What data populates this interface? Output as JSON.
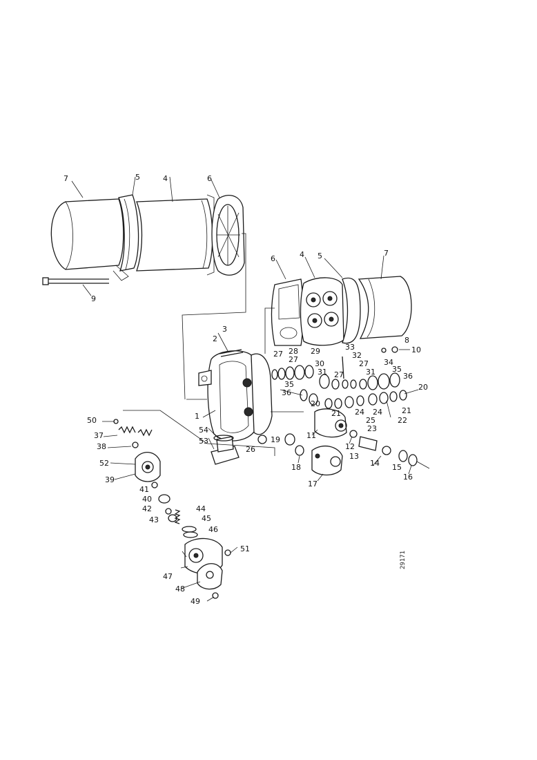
{
  "drawing": {
    "reference_code": "29171",
    "callouts": [
      {
        "id": "c7a",
        "text": "7"
      },
      {
        "id": "c5a",
        "text": "5"
      },
      {
        "id": "c4a",
        "text": "4"
      },
      {
        "id": "c6a",
        "text": "6"
      },
      {
        "id": "c9",
        "text": "9"
      },
      {
        "id": "c6b",
        "text": "6"
      },
      {
        "id": "c4b",
        "text": "4"
      },
      {
        "id": "c5b",
        "text": "5"
      },
      {
        "id": "c7b",
        "text": "7"
      },
      {
        "id": "c8",
        "text": "8"
      },
      {
        "id": "c10",
        "text": "10"
      },
      {
        "id": "c3",
        "text": "3"
      },
      {
        "id": "c2",
        "text": "2"
      },
      {
        "id": "c27a",
        "text": "27"
      },
      {
        "id": "c28",
        "text": "28"
      },
      {
        "id": "c27b",
        "text": "27"
      },
      {
        "id": "c29",
        "text": "29"
      },
      {
        "id": "c30",
        "text": "30"
      },
      {
        "id": "c31a",
        "text": "31"
      },
      {
        "id": "c27c",
        "text": "27"
      },
      {
        "id": "c33",
        "text": "33"
      },
      {
        "id": "c32",
        "text": "32"
      },
      {
        "id": "c27d",
        "text": "27"
      },
      {
        "id": "c34",
        "text": "34"
      },
      {
        "id": "c31b",
        "text": "31"
      },
      {
        "id": "c35",
        "text": "35"
      },
      {
        "id": "c36a",
        "text": "36"
      },
      {
        "id": "c20a",
        "text": "20"
      },
      {
        "id": "c35b",
        "text": "35"
      },
      {
        "id": "c36b",
        "text": "36"
      },
      {
        "id": "c20b",
        "text": "20"
      },
      {
        "id": "c21a",
        "text": "21"
      },
      {
        "id": "c24a",
        "text": "24"
      },
      {
        "id": "c25",
        "text": "25"
      },
      {
        "id": "c23",
        "text": "23"
      },
      {
        "id": "c24b",
        "text": "24"
      },
      {
        "id": "c21b",
        "text": "21"
      },
      {
        "id": "c22",
        "text": "22"
      },
      {
        "id": "c1",
        "text": "1"
      },
      {
        "id": "c54",
        "text": "54"
      },
      {
        "id": "c53",
        "text": "53"
      },
      {
        "id": "c26",
        "text": "26"
      },
      {
        "id": "c19",
        "text": "19"
      },
      {
        "id": "c11",
        "text": "11"
      },
      {
        "id": "c12",
        "text": "12"
      },
      {
        "id": "c13",
        "text": "13"
      },
      {
        "id": "c14",
        "text": "14"
      },
      {
        "id": "c15",
        "text": "15"
      },
      {
        "id": "c16",
        "text": "16"
      },
      {
        "id": "c18",
        "text": "18"
      },
      {
        "id": "c17",
        "text": "17"
      },
      {
        "id": "c50",
        "text": "50"
      },
      {
        "id": "c37",
        "text": "37"
      },
      {
        "id": "c38",
        "text": "38"
      },
      {
        "id": "c52",
        "text": "52"
      },
      {
        "id": "c39",
        "text": "39"
      },
      {
        "id": "c41",
        "text": "41"
      },
      {
        "id": "c40",
        "text": "40"
      },
      {
        "id": "c42",
        "text": "42"
      },
      {
        "id": "c43",
        "text": "43"
      },
      {
        "id": "c44",
        "text": "44"
      },
      {
        "id": "c45",
        "text": "45"
      },
      {
        "id": "c46",
        "text": "46"
      },
      {
        "id": "c51",
        "text": "51"
      },
      {
        "id": "c47",
        "text": "47"
      },
      {
        "id": "c48",
        "text": "48"
      },
      {
        "id": "c49",
        "text": "49"
      }
    ]
  }
}
